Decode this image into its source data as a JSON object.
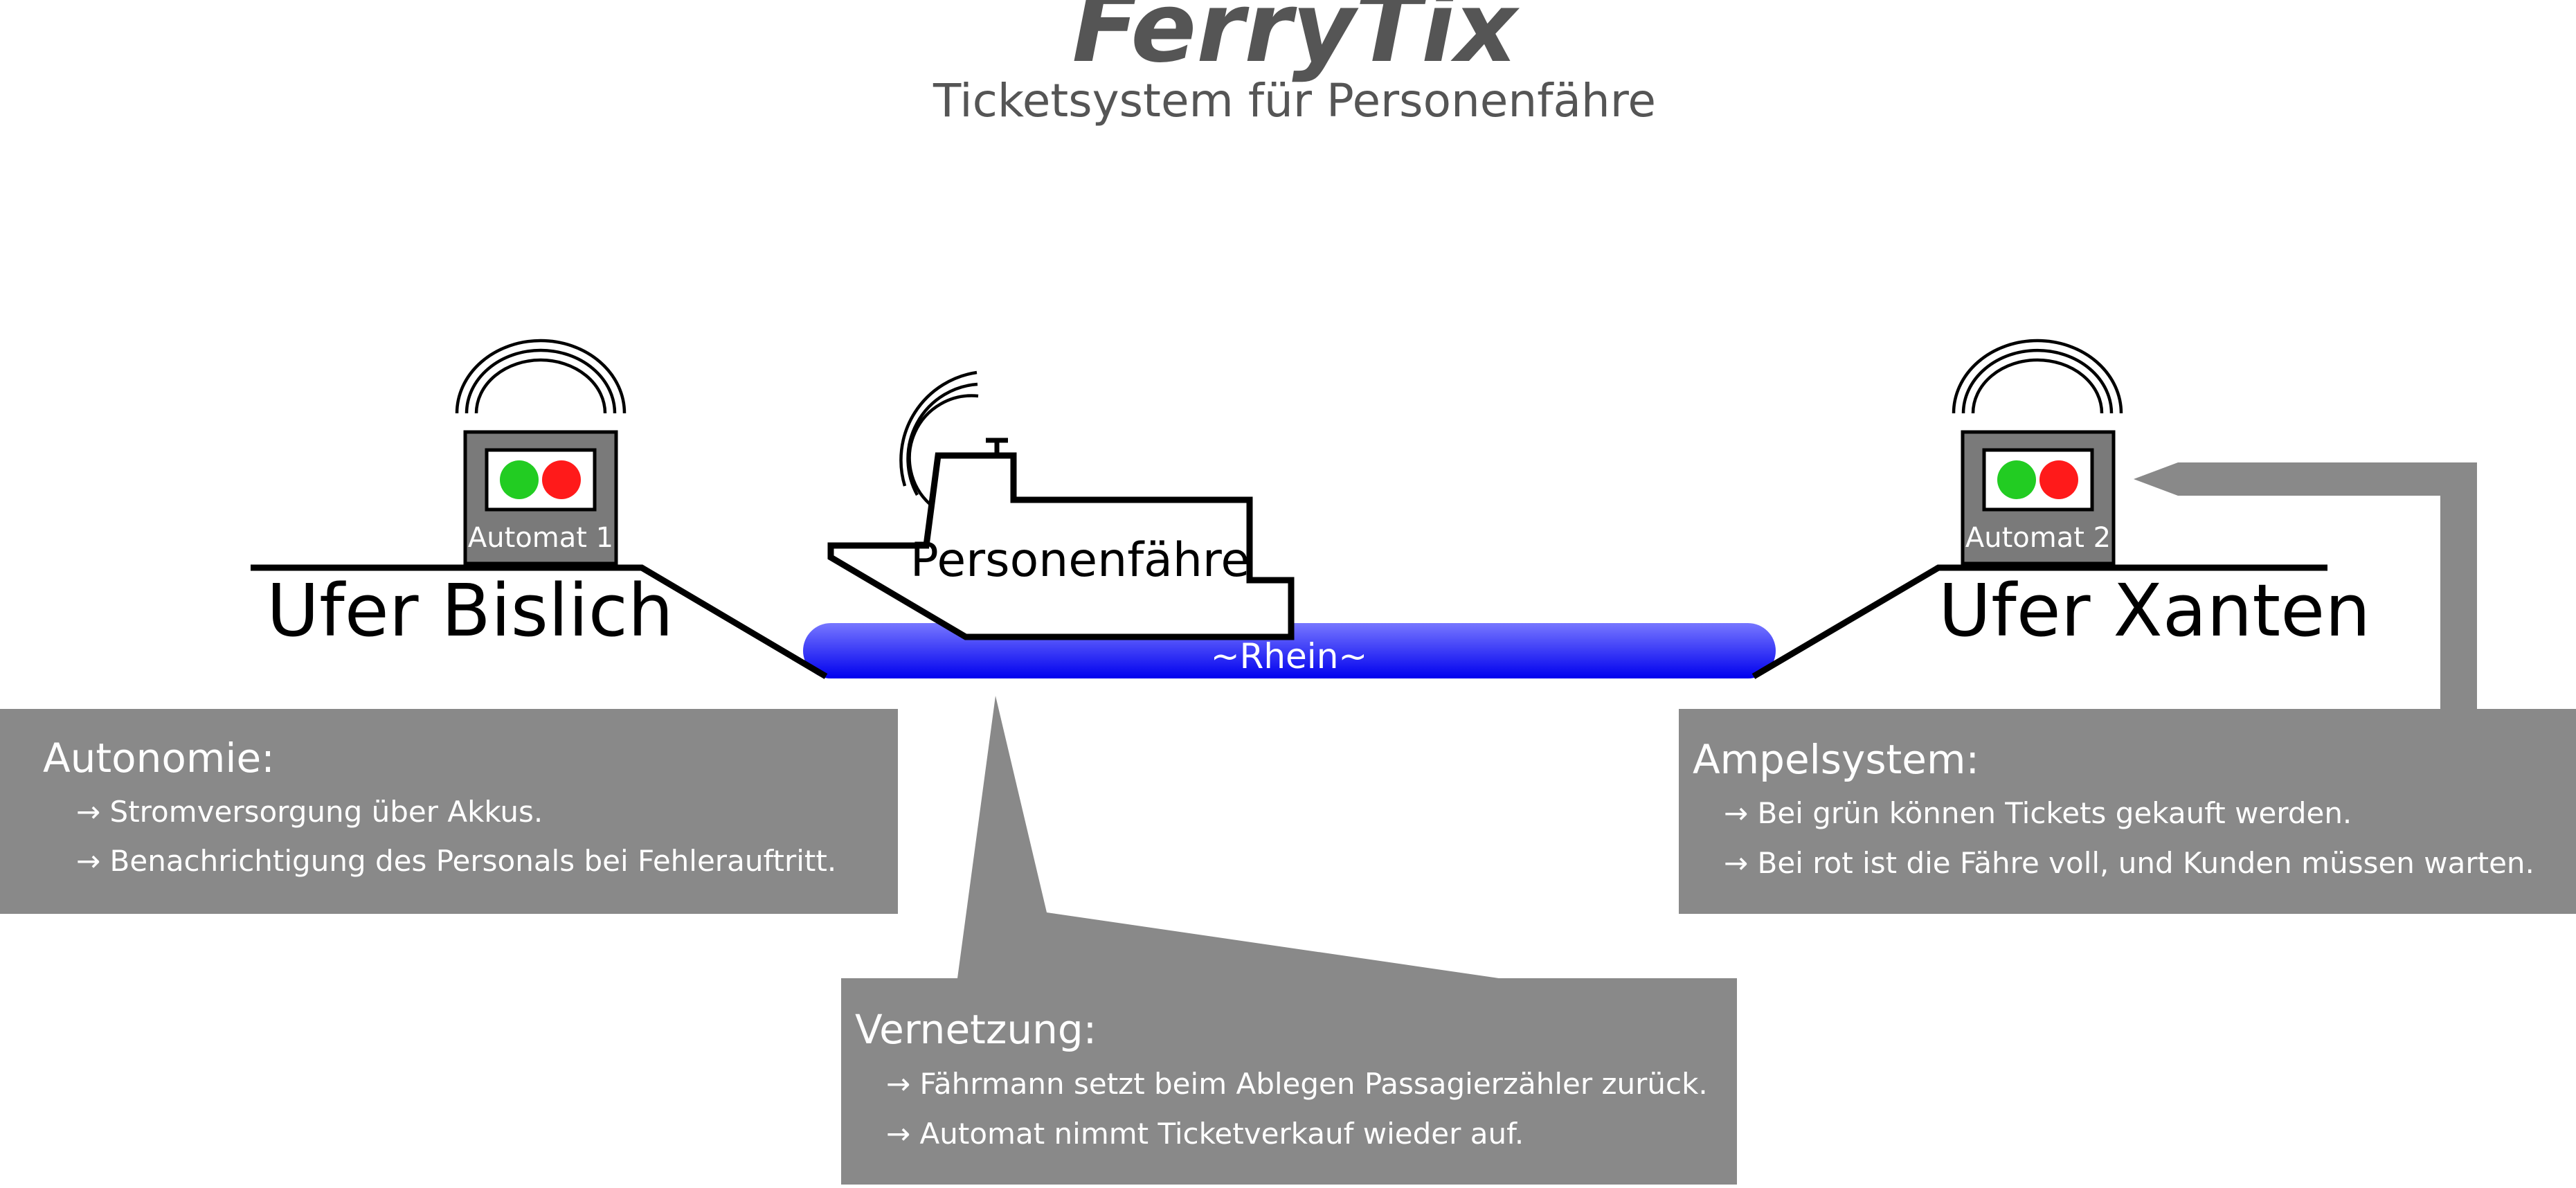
{
  "header": {
    "title": "FerryTix",
    "subtitle": "Ticketsystem für Personenfähre"
  },
  "scene": {
    "shore_left": "Ufer Bislich",
    "shore_right": "Ufer Xanten",
    "river": "~Rhein~",
    "ferry": "Personenfähre",
    "machine_left": {
      "label": "Automat 1"
    },
    "machine_right": {
      "label": "Automat 2"
    }
  },
  "callouts": {
    "autonomy": {
      "title": "Autonomie:",
      "items": [
        "→ Stromversorgung über Akkus.",
        "→ Benachrichtigung des Personals bei Fehlerauftritt."
      ]
    },
    "traffic_light": {
      "title": "Ampelsystem:",
      "items": [
        "→ Bei grün können Tickets gekauft werden.",
        "→ Bei rot ist die Fähre voll, und Kunden müssen warten."
      ]
    },
    "network": {
      "title": "Vernetzung:",
      "items": [
        "→ Fährmann setzt beim Ablegen  Passagierzähler zurück.",
        "→ Automat nimmt Ticketverkauf wieder auf."
      ]
    }
  },
  "colors": {
    "text_dark": "#555555",
    "callout_bg": "#898989",
    "machine_body": "#7a7a7a",
    "lamp_green": "#22cc22",
    "lamp_red": "#ff1a1a",
    "river_top": "#7777ff",
    "river_bottom": "#0000ee"
  }
}
